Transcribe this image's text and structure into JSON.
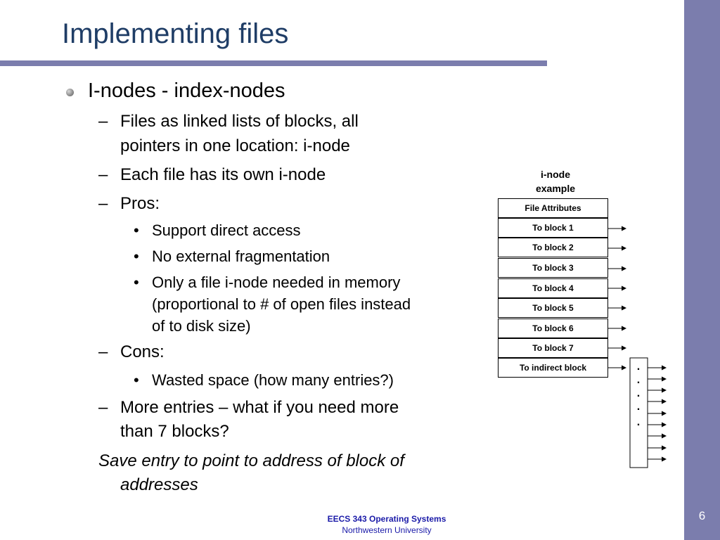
{
  "slide": {
    "title": "Implementing files",
    "page_number": "6"
  },
  "bullets": {
    "l1": "I-nodes - index-nodes",
    "dash": "–",
    "dot": "•",
    "item1_line1": "Files as linked lists of blocks, all",
    "item1_line2": "pointers in one location: i-node",
    "item2": "Each file has its own i-node",
    "item3": "Pros:",
    "pro1": "Support direct access",
    "pro2": "No external fragmentation",
    "pro3_line1": "Only a file i-node needed in memory",
    "pro3_line2": "(proportional to # of open files instead",
    "pro3_line3": "of to disk size)",
    "item4": "Cons:",
    "con1": "Wasted space (how many entries?)",
    "item5_line1": "More entries – what if you need more",
    "item5_line2": "than 7 blocks?",
    "note_line1": "Save entry to point to address of block of",
    "note_line2": "addresses"
  },
  "diagram": {
    "label_line1": "i-node",
    "label_line2": "example",
    "rows": [
      "File Attributes",
      "To block 1",
      "To block 2",
      "To block 3",
      "To block 4",
      "To block 5",
      "To block 6",
      "To block 7",
      "To indirect block"
    ],
    "indirect_dots": [
      ".",
      ".",
      ".",
      ".",
      "."
    ]
  },
  "footer": {
    "course": "EECS 343 Operating Systems",
    "university": "Northwestern University"
  },
  "colors": {
    "title": "#1f3d66",
    "accent_bar": "#7b7dad",
    "footer_text": "#1a1aa8"
  }
}
